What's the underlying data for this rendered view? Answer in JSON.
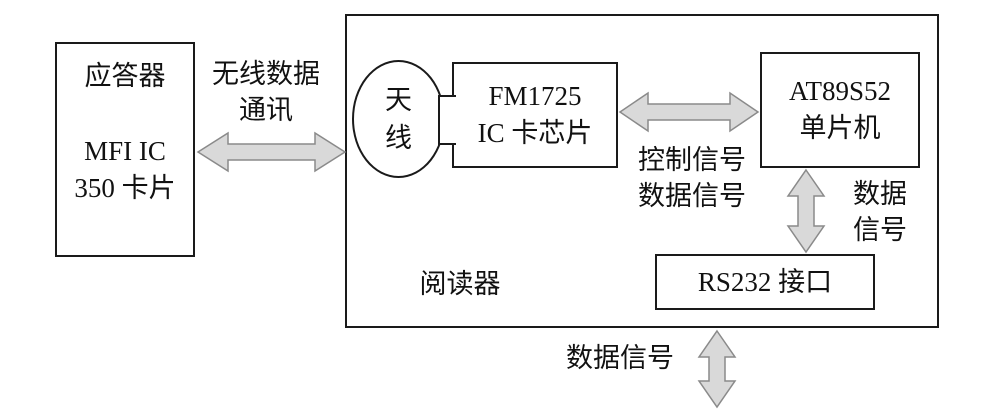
{
  "diagram": {
    "transponder": {
      "title": "应答器",
      "model_line1": "MFI IC",
      "model_line2": "350 卡片"
    },
    "wireless": {
      "line1": "无线数据",
      "line2": "通讯"
    },
    "reader": {
      "label": "阅读器"
    },
    "antenna": {
      "line1": "天",
      "line2": "线"
    },
    "chip": {
      "line1": "FM1725",
      "line2": "IC 卡芯片"
    },
    "chip_mcu_signals": {
      "line1": "控制信号",
      "line2": "数据信号"
    },
    "mcu": {
      "line1": "AT89S52",
      "line2": "单片机"
    },
    "mcu_rs232_signal": {
      "line1": "数据",
      "line2": "信号"
    },
    "rs232": {
      "label": "RS232 接口"
    },
    "bottom_signal": {
      "label": "数据信号"
    },
    "colors": {
      "arrow_fill": "#d9d9d9",
      "arrow_stroke": "#8a8a8a",
      "box_border": "#1a1a1a"
    }
  }
}
